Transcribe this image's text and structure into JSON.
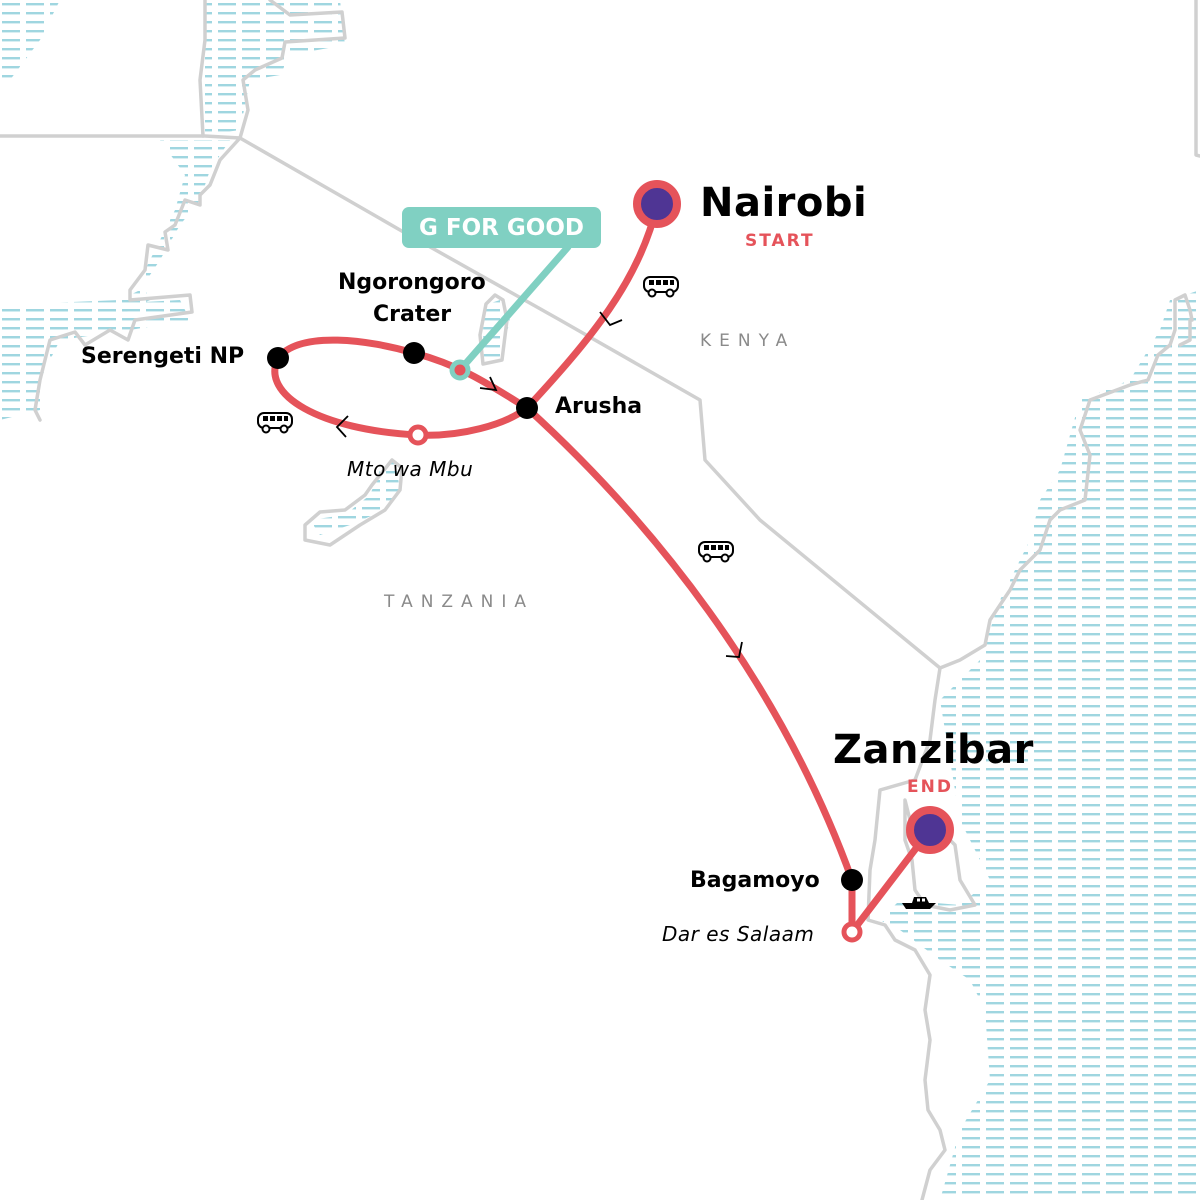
{
  "map": {
    "colors": {
      "route": "#e5535a",
      "endpoint_fill": "#4f3594",
      "stop_fill": "#000000",
      "gfg_teal": "#80d0c2",
      "border_gray": "#d0d0d0",
      "water_hatch": "#9fd6e0",
      "country_label": "#8a8a8a"
    },
    "countries": [
      {
        "name": "KENYA"
      },
      {
        "name": "TANZANIA"
      }
    ],
    "start": {
      "name": "Nairobi",
      "tag": "START"
    },
    "end": {
      "name": "Zanzibar",
      "tag": "END"
    },
    "stops": [
      {
        "name": "Serengeti NP",
        "type": "overnight"
      },
      {
        "name": "Ngorongoro Crater",
        "line1": "Ngorongoro",
        "line2": "Crater",
        "type": "overnight"
      },
      {
        "name": "Arusha",
        "type": "overnight"
      },
      {
        "name": "Bagamoyo",
        "type": "overnight"
      },
      {
        "name": "Mto wa Mbu",
        "type": "pass-through"
      },
      {
        "name": "Dar es Salaam",
        "type": "pass-through"
      }
    ],
    "badge": {
      "label": "G FOR GOOD"
    },
    "transport_icons": [
      {
        "type": "bus",
        "segment": "Nairobi to Arusha"
      },
      {
        "type": "bus",
        "segment": "Arusha to Serengeti loop"
      },
      {
        "type": "bus",
        "segment": "Arusha to Bagamoyo"
      },
      {
        "type": "boat",
        "segment": "Dar es Salaam to Zanzibar"
      }
    ]
  }
}
